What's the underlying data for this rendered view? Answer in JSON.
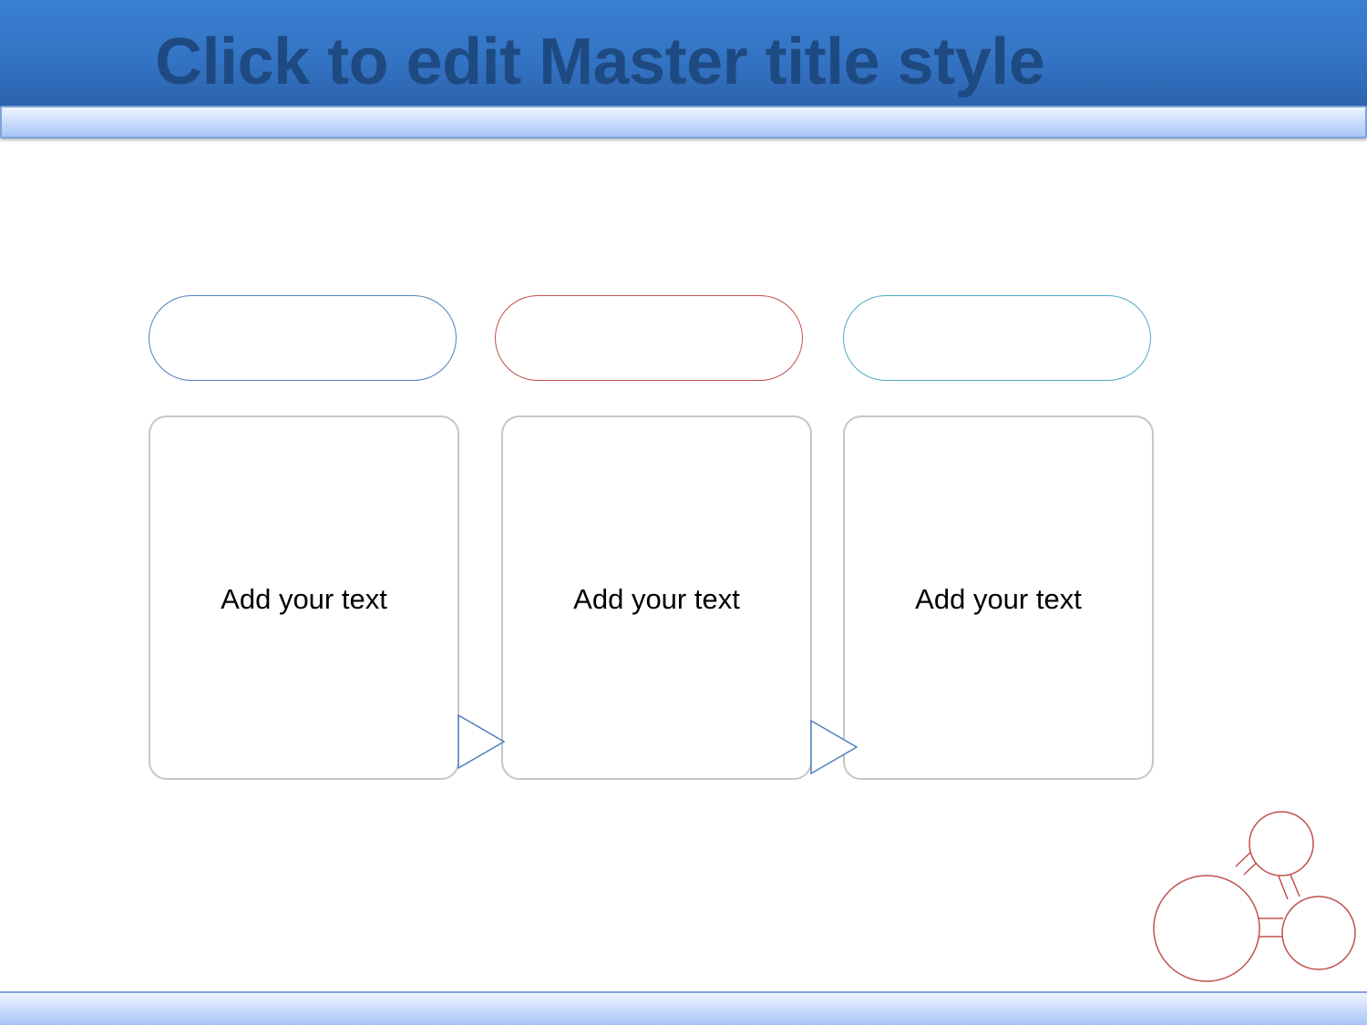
{
  "slide": {
    "title": "Click to edit Master title style",
    "colors": {
      "header_blue": "#3474c4",
      "title_text": "#1e4a82",
      "pill_1_border": "#4f81bd",
      "pill_2_border": "#c0504d",
      "pill_3_border": "#4bacc6",
      "card_border": "#c6c6c6",
      "arrow_stroke": "#4f81bd",
      "molecule_stroke": "#c0504d"
    }
  },
  "steps": [
    {
      "heading": "",
      "text": "Add your text"
    },
    {
      "heading": "",
      "text": "Add your text"
    },
    {
      "heading": "",
      "text": "Add your text"
    }
  ],
  "decoration": {
    "molecule": "molecule-icon",
    "step_arrow": "triangle-arrow-right-icon"
  }
}
